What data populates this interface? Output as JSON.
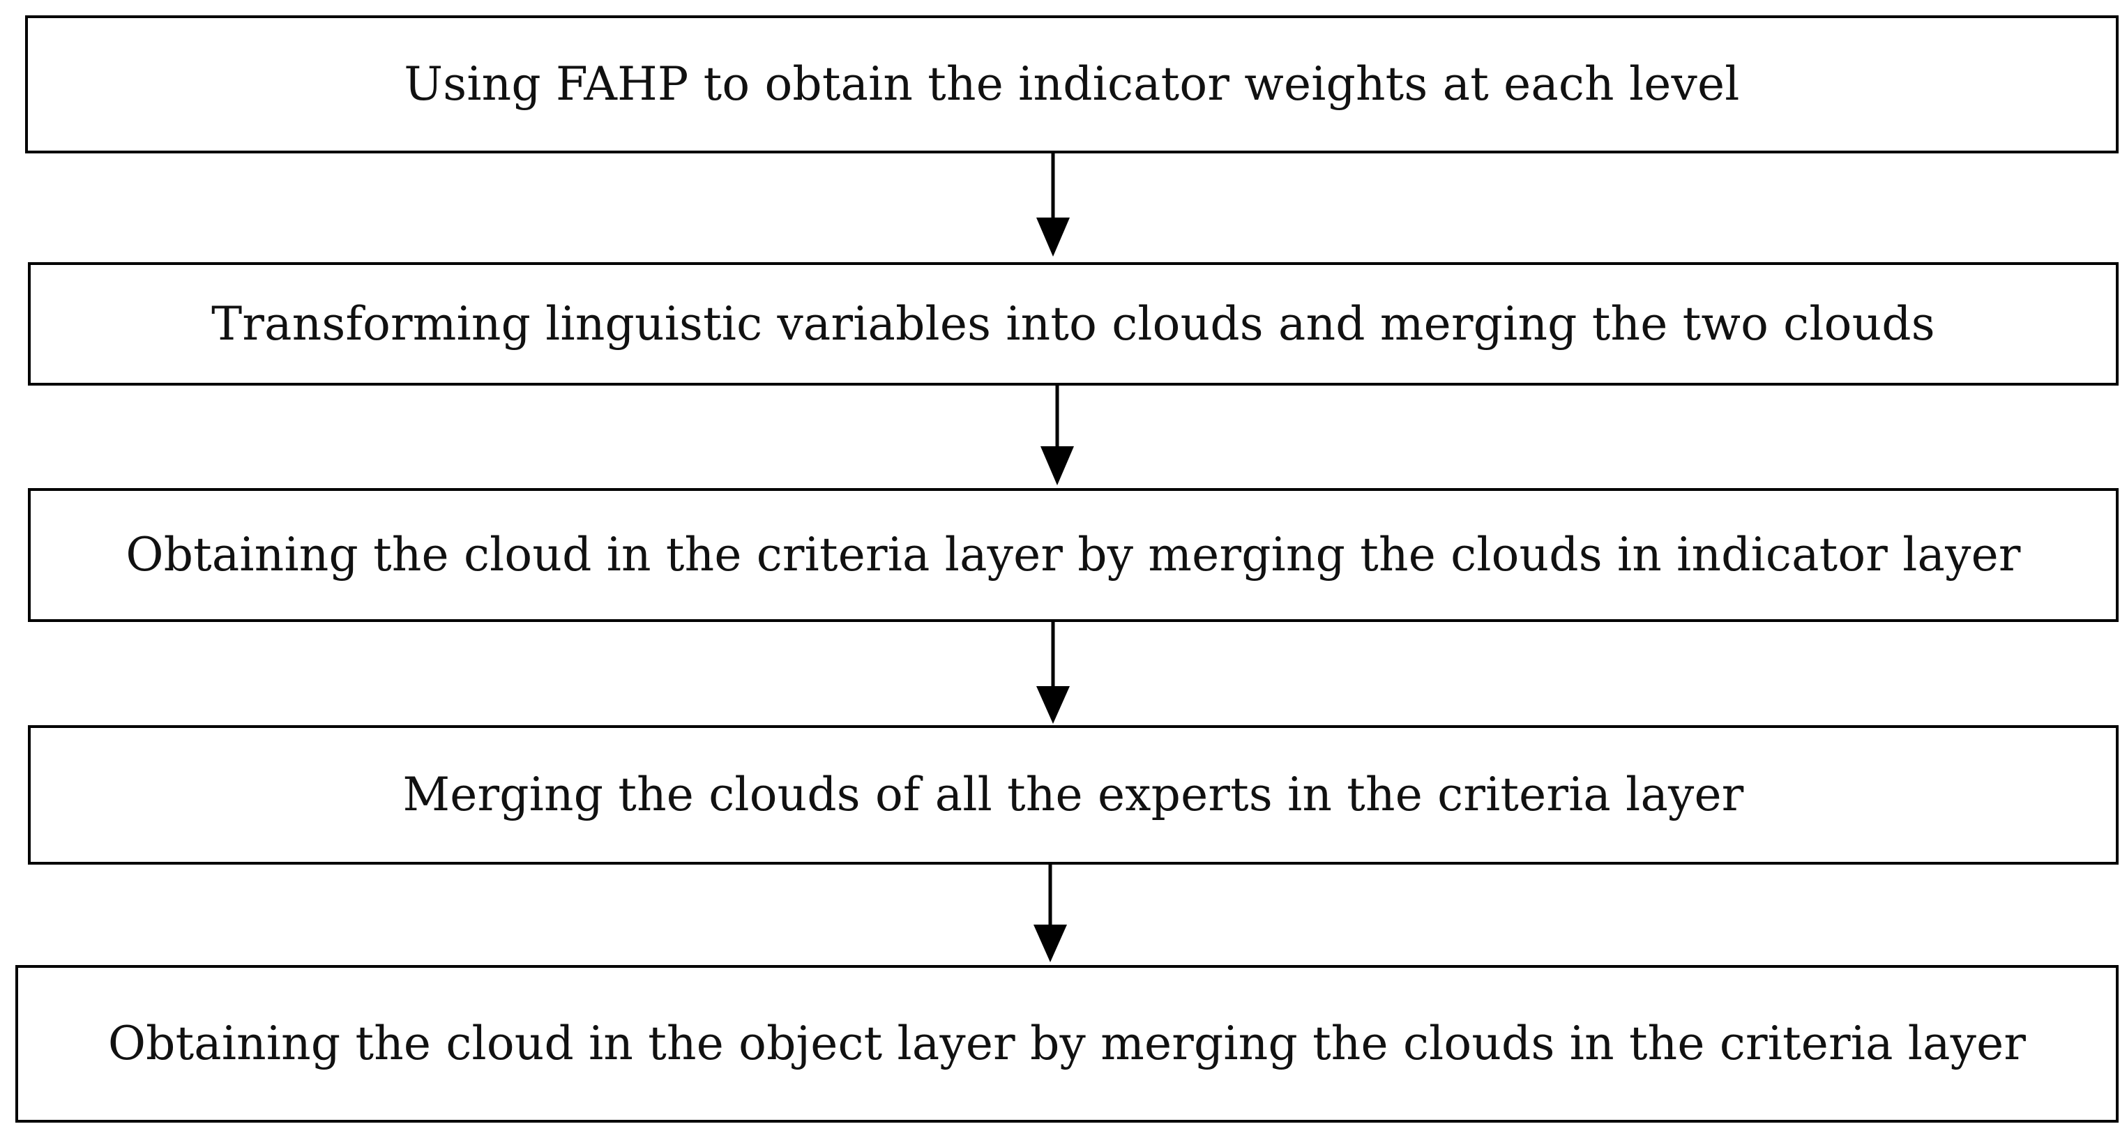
{
  "flowchart": {
    "steps": [
      {
        "label": "Using FAHP to obtain the indicator weights at each level"
      },
      {
        "label": "Transforming linguistic variables into clouds and merging the two clouds"
      },
      {
        "label": "Obtaining the cloud in the criteria layer by merging the clouds in indicator layer"
      },
      {
        "label": "Merging the clouds of all the experts in the criteria layer"
      },
      {
        "label": "Obtaining the cloud in the object layer by merging the clouds in the criteria layer"
      }
    ],
    "colors": {
      "stroke": "#000000",
      "text": "#111111",
      "background": "#ffffff"
    }
  }
}
